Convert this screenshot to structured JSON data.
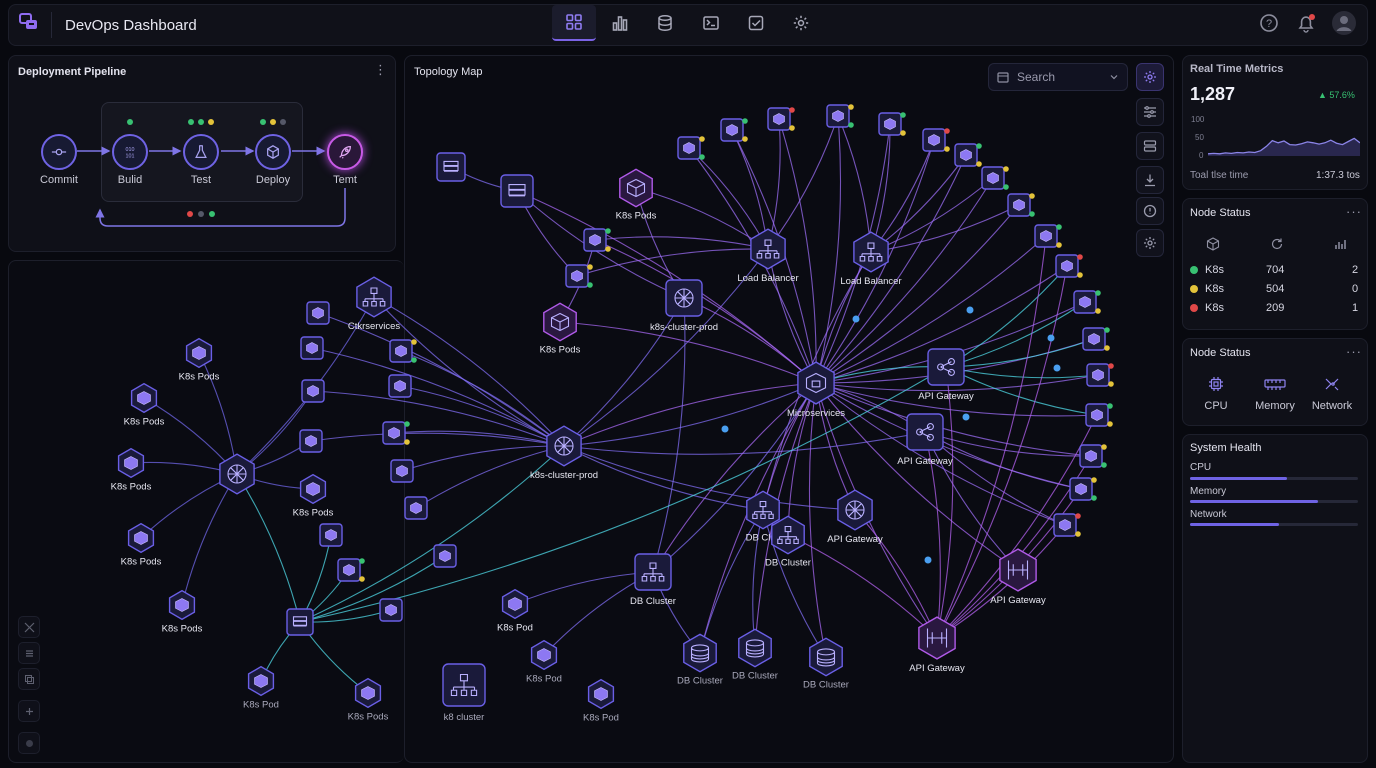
{
  "header": {
    "title": "DevOps Dashboard",
    "nav": [
      "grid-icon",
      "bar-chart-icon",
      "database-icon",
      "terminal-icon",
      "checklist-icon",
      "gear-icon"
    ],
    "accent": "#7b63e6"
  },
  "pipeline": {
    "title": "Deployment Pipeline",
    "stages": [
      {
        "label": "Commit"
      },
      {
        "label": "Bulid"
      },
      {
        "label": "Test"
      },
      {
        "label": "Deploy"
      },
      {
        "label": "Temt"
      }
    ]
  },
  "topology": {
    "title": "Topology Map",
    "search_placeholder": "Search",
    "nodes": [
      {
        "label": "K8s Pods"
      },
      {
        "label": "Load Balancer"
      },
      {
        "label": "Load Balancer"
      },
      {
        "label": "K8s Pods"
      },
      {
        "label": "k8s-cluster-prod"
      },
      {
        "label": "Microservices"
      },
      {
        "label": "API Gateway"
      },
      {
        "label": "API Gateway"
      },
      {
        "label": "Ctkrservices"
      },
      {
        "label": "k8s-cluster-prod"
      },
      {
        "label": "K8s Pods"
      },
      {
        "label": "K8s Pods"
      },
      {
        "label": "K8s Pods"
      },
      {
        "label": "K8s Pods"
      },
      {
        "label": "K8s Pods"
      },
      {
        "label": "K8s Pods"
      },
      {
        "label": "DB Clus"
      },
      {
        "label": "DB Cluster"
      },
      {
        "label": "API Gateway"
      },
      {
        "label": "DB Cluster"
      },
      {
        "label": "API Gateway"
      },
      {
        "label": "K8s Pod"
      },
      {
        "label": "K8s Pod"
      },
      {
        "label": "K8s Pod"
      },
      {
        "label": "K8s Pods"
      },
      {
        "label": "k8 cluster"
      },
      {
        "label": "K8s Pod"
      },
      {
        "label": "DB Cluster"
      },
      {
        "label": "DB Cluster"
      },
      {
        "label": "DB Cluster"
      },
      {
        "label": "API Gateway"
      }
    ]
  },
  "metrics": {
    "title": "Real Time Metrics",
    "value": "1,287",
    "change": "▲ 57.6%",
    "y_ticks": [
      "100",
      "50",
      "0"
    ],
    "footer_label": "Toal tlse time",
    "footer_value": "1:37.3 tos",
    "series": [
      5,
      6,
      5,
      7,
      6,
      8,
      7,
      9,
      8,
      12,
      22,
      35,
      30,
      34,
      26,
      25,
      28,
      32,
      30,
      27,
      30,
      36,
      29,
      26,
      33,
      40,
      30
    ],
    "colors": {
      "up": "#38c172",
      "line": "#8b84e8"
    }
  },
  "node_status": {
    "title": "Node Status",
    "header_icons": [
      "cube-icon",
      "refresh-icon",
      "bar-chart-icon"
    ],
    "rows": [
      {
        "color": "#38c172",
        "name": "K8s",
        "value": "704",
        "count": "2"
      },
      {
        "color": "#e3c33a",
        "name": "K8s",
        "value": "504",
        "count": "0"
      },
      {
        "color": "#e04848",
        "name": "K8s",
        "value": "209",
        "count": "1"
      }
    ]
  },
  "node_status2": {
    "title": "Node Status",
    "items": [
      {
        "icon": "cpu-icon",
        "label": "CPU"
      },
      {
        "icon": "memory-icon",
        "label": "Memory"
      },
      {
        "icon": "network-icon",
        "label": "Network"
      }
    ]
  },
  "system_health": {
    "title": "System Health",
    "items": [
      {
        "label": "CPU",
        "value": 0.58
      },
      {
        "label": "Memory",
        "value": 0.76
      },
      {
        "label": "Network",
        "value": 0.53
      }
    ]
  }
}
